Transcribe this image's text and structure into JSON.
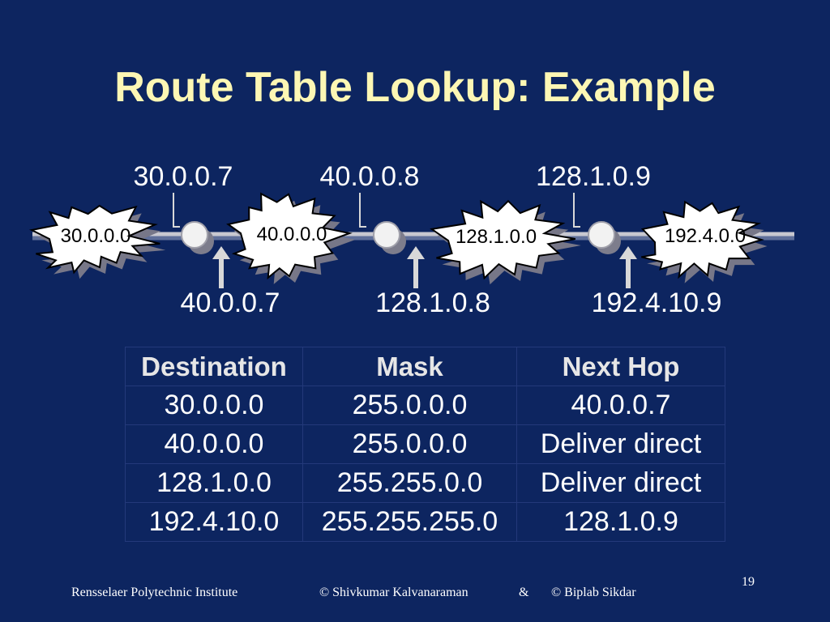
{
  "slide": {
    "title": "Route Table Lookup: Example",
    "page_number": "19"
  },
  "diagram": {
    "networks": [
      "30.0.0.0",
      "40.0.0.0",
      "128.1.0.0",
      "192.4.0.0"
    ],
    "top_addresses": [
      "30.0.0.7",
      "40.0.0.8",
      "128.1.0.9"
    ],
    "bottom_addresses": [
      "40.0.0.7",
      "128.1.0.8",
      "192.4.10.9"
    ]
  },
  "route_table": {
    "headers": [
      "Destination",
      "Mask",
      "Next Hop"
    ],
    "rows": [
      [
        "30.0.0.0",
        "255.0.0.0",
        "40.0.0.7"
      ],
      [
        "40.0.0.0",
        "255.0.0.0",
        "Deliver direct"
      ],
      [
        "128.1.0.0",
        "255.255.0.0",
        "Deliver direct"
      ],
      [
        "192.4.10.0",
        "255.255.255.0",
        "128.1.0.9"
      ]
    ]
  },
  "footer": {
    "institute": "Rensselaer Polytechnic Institute",
    "author1": "© Shivkumar Kalvanaraman",
    "ampersand": "&",
    "author2": "© Biplab Sikdar"
  },
  "colors": {
    "background": "#0d2560",
    "title": "#fdf7b4",
    "text": "#ffffff"
  }
}
